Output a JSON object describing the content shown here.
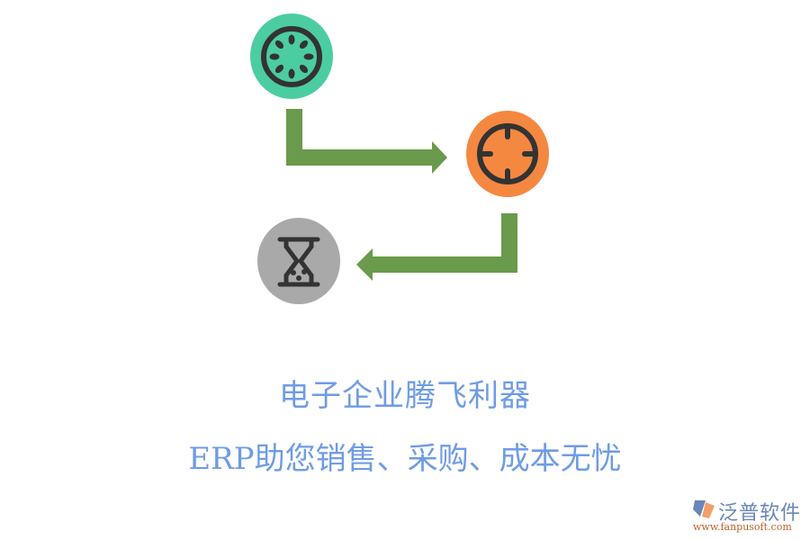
{
  "diagram": {
    "nodes": [
      {
        "id": "step-1",
        "icon": "loading-spinner-icon",
        "color": "#4bcda1"
      },
      {
        "id": "step-2",
        "icon": "crosshair-target-icon",
        "color": "#f58840"
      },
      {
        "id": "step-3",
        "icon": "hourglass-icon",
        "color": "#a9a9a9"
      }
    ],
    "arrows": [
      {
        "from": "step-1",
        "to": "step-2",
        "color": "#6a9a4b"
      },
      {
        "from": "step-2",
        "to": "step-3",
        "color": "#6a9a4b"
      }
    ],
    "icon_color": "#333333"
  },
  "caption": {
    "line1": "电子企业腾飞利器",
    "line2": "ERP助您销售、采购、成本无忧",
    "color": "#6f9ce6"
  },
  "logo": {
    "name": "泛普软件",
    "url": "www.fanpusoft.com"
  }
}
